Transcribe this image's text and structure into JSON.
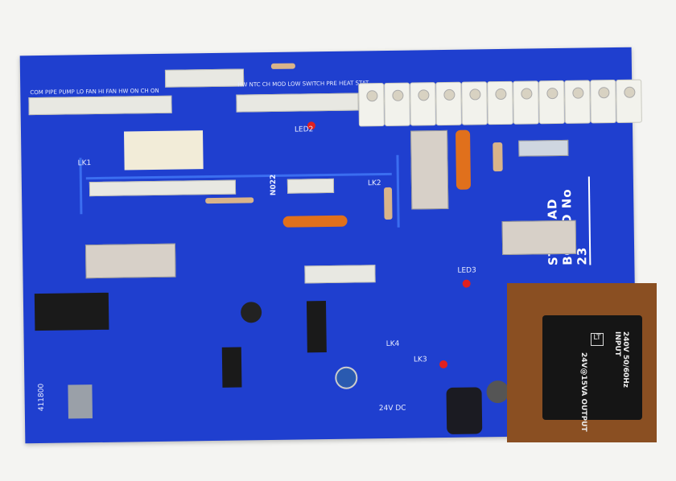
{
  "board": {
    "title": "STELRAD BOARD No 23",
    "color": "#1f3fcf",
    "connector_labels_left": [
      "COM PIPE",
      "PUMP",
      "LO FAN",
      "HI FAN",
      "HW ON",
      "CH ON"
    ],
    "connector_labels_mid": [
      "HW",
      "NTC",
      "CH",
      "MOD",
      "LOW SWITCH",
      "PRE HEAT",
      "STAT"
    ],
    "labels": [
      "N022",
      "LED2",
      "LED3",
      "LK1",
      "LK2",
      "LK3",
      "LK4",
      "24V DC",
      "411800"
    ]
  },
  "transformer": {
    "brand": "LT",
    "input": "240V 50/60Hz INPUT",
    "output": "24V@15VA OUTPUT"
  }
}
